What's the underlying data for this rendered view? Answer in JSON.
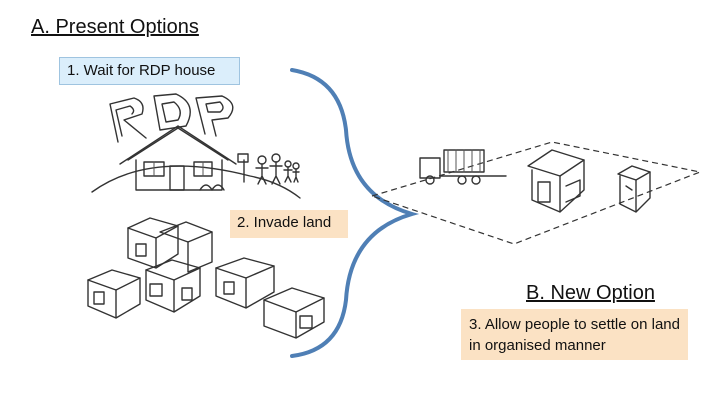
{
  "present": {
    "title": "A. Present Options"
  },
  "options": [
    {
      "label": "1. Wait for RDP house"
    },
    {
      "label": "2. Invade land"
    }
  ],
  "new_option": {
    "title": "B. New Option",
    "label": "3. Allow people to settle on land in organised manner"
  },
  "sketch": {
    "rdp_lettering": "RDP",
    "brace_color": "#4f7fb5"
  }
}
